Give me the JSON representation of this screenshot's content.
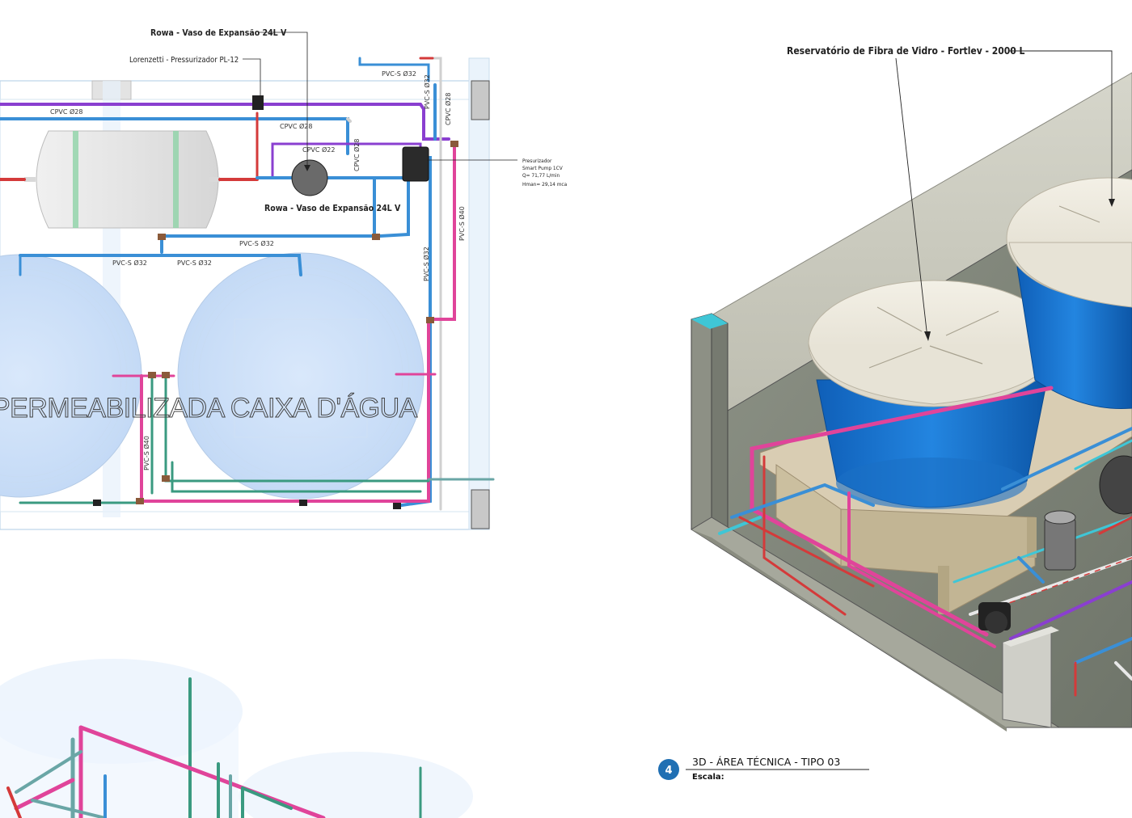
{
  "plan_view": {
    "callouts": {
      "expansion_vessel_top": "Rowa - Vaso de Expansão 24L V",
      "pressurizer_top": "Lorenzetti - Pressurizador PL-12",
      "expansion_vessel_mid": "Rowa - Vaso de Expansão 24L V",
      "pump_line1": "Presurizador",
      "pump_line2": "Smart Pump 1CV",
      "pump_line3": "Q= 71,77 L/min",
      "pump_line4": "Hman= 29,14 mca"
    },
    "pipe_labels": {
      "cpvc28_a": "CPVC Ø28",
      "cpvc28_b": "CPVC Ø28",
      "cpvc22": "CPVC Ø22",
      "cpvc28_v": "CPVC Ø28",
      "cpvc28_right": "CPVC Ø28",
      "pvcs32_top": "PVC-S Ø32",
      "pvcs32_v1": "PVC-S Ø32",
      "pvcs32_mid": "PVC-S Ø32",
      "pvcs32_l1": "PVC-S Ø32",
      "pvcs32_l2": "PVC-S Ø32",
      "pvcs40_v": "PVC-S Ø40",
      "pvcs32_v2": "PVC-S Ø32",
      "pvcs40_low": "PVC-S Ø40"
    },
    "watermark": "PERMEABILIZADA CAIXA D'ÁGUA"
  },
  "view_3d": {
    "callout": "Reservatório de Fibra de Vidro - Fortlev - 2000 L"
  },
  "title_block": {
    "number": "4",
    "title": "3D - ÁREA TÉCNICA - TIPO 03",
    "scale_label": "Escala:"
  },
  "colors": {
    "cold_water": "#3a8fd6",
    "hot_water_cpvc": "#8a3fd0",
    "pink_pipe": "#e0449a",
    "green_pipe": "#3a9a80",
    "red_pipe": "#d43a3a",
    "tank_blue": "#1f78d1",
    "lid_cream": "#ece8dc",
    "slab_grey": "#b9b9ad"
  }
}
